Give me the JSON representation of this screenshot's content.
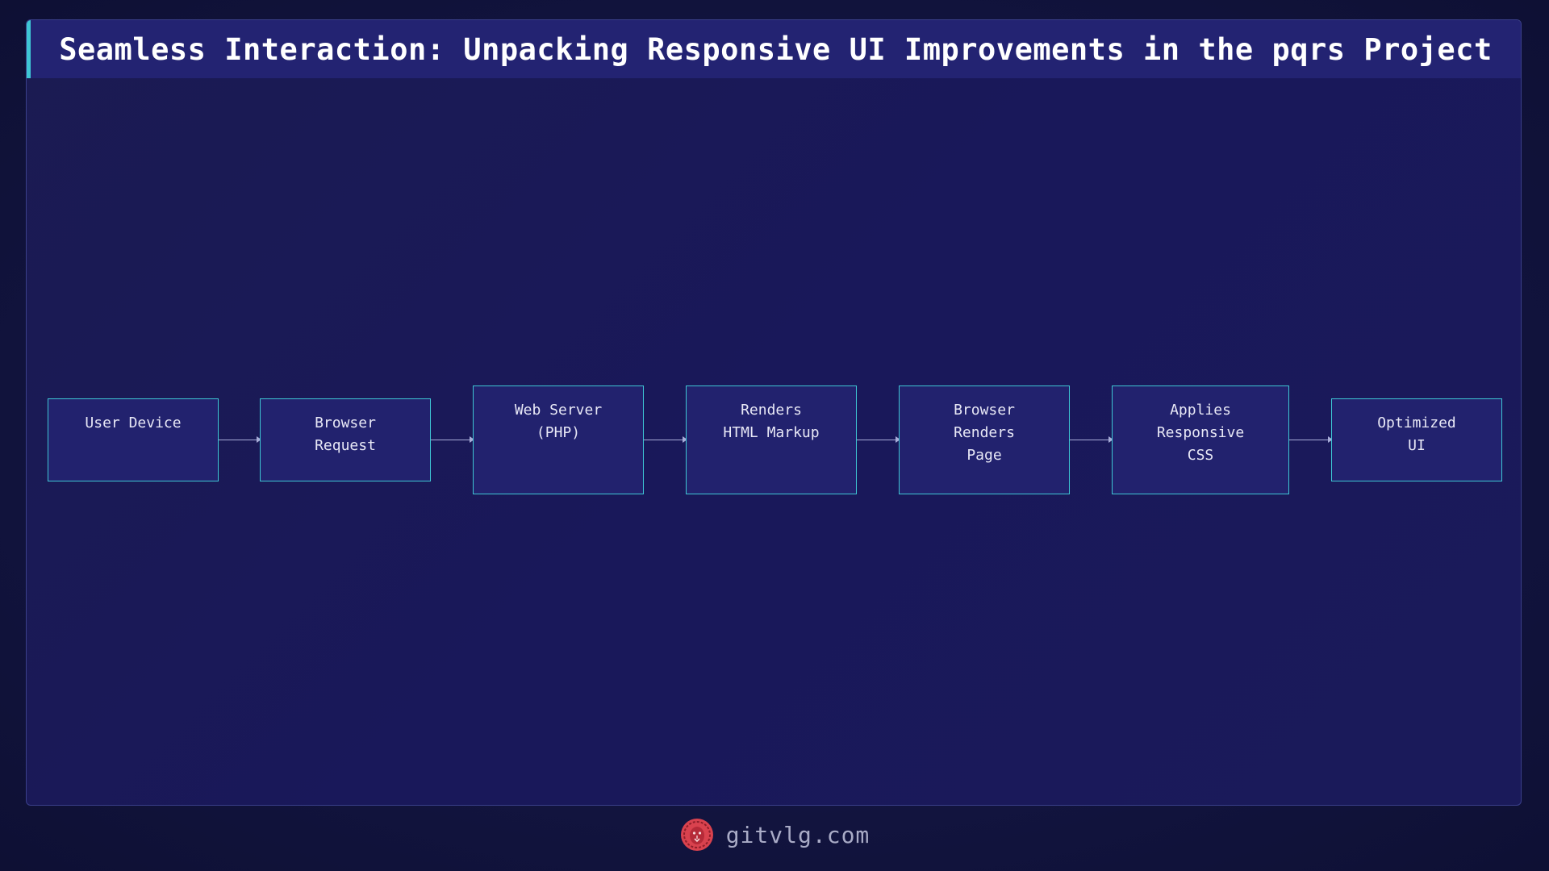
{
  "title": "Seamless Interaction: Unpacking Responsive UI Improvements in the pqrs Project",
  "colors": {
    "accent": "#3ec6d4",
    "node_fill": "#22226e",
    "title_bar": "#232372",
    "arrow": "#a8acd8",
    "logo": "#d9424e"
  },
  "flow": {
    "nodes": [
      {
        "id": "user-device",
        "label": "User Device"
      },
      {
        "id": "browser-request",
        "label": "Browser\n Request"
      },
      {
        "id": "web-server",
        "label": "Web Server\n (PHP)"
      },
      {
        "id": "renders-html",
        "label": "Renders\n HTML Markup"
      },
      {
        "id": "browser-renders",
        "label": "Browser\nRenders\n Page"
      },
      {
        "id": "applies-css",
        "label": "Applies\nResponsive\n CSS"
      },
      {
        "id": "optimized-ui",
        "label": "Optimized\n UI"
      }
    ]
  },
  "footer": {
    "logo_icon": "lion-head-icon",
    "site": "gitvlg.com"
  }
}
